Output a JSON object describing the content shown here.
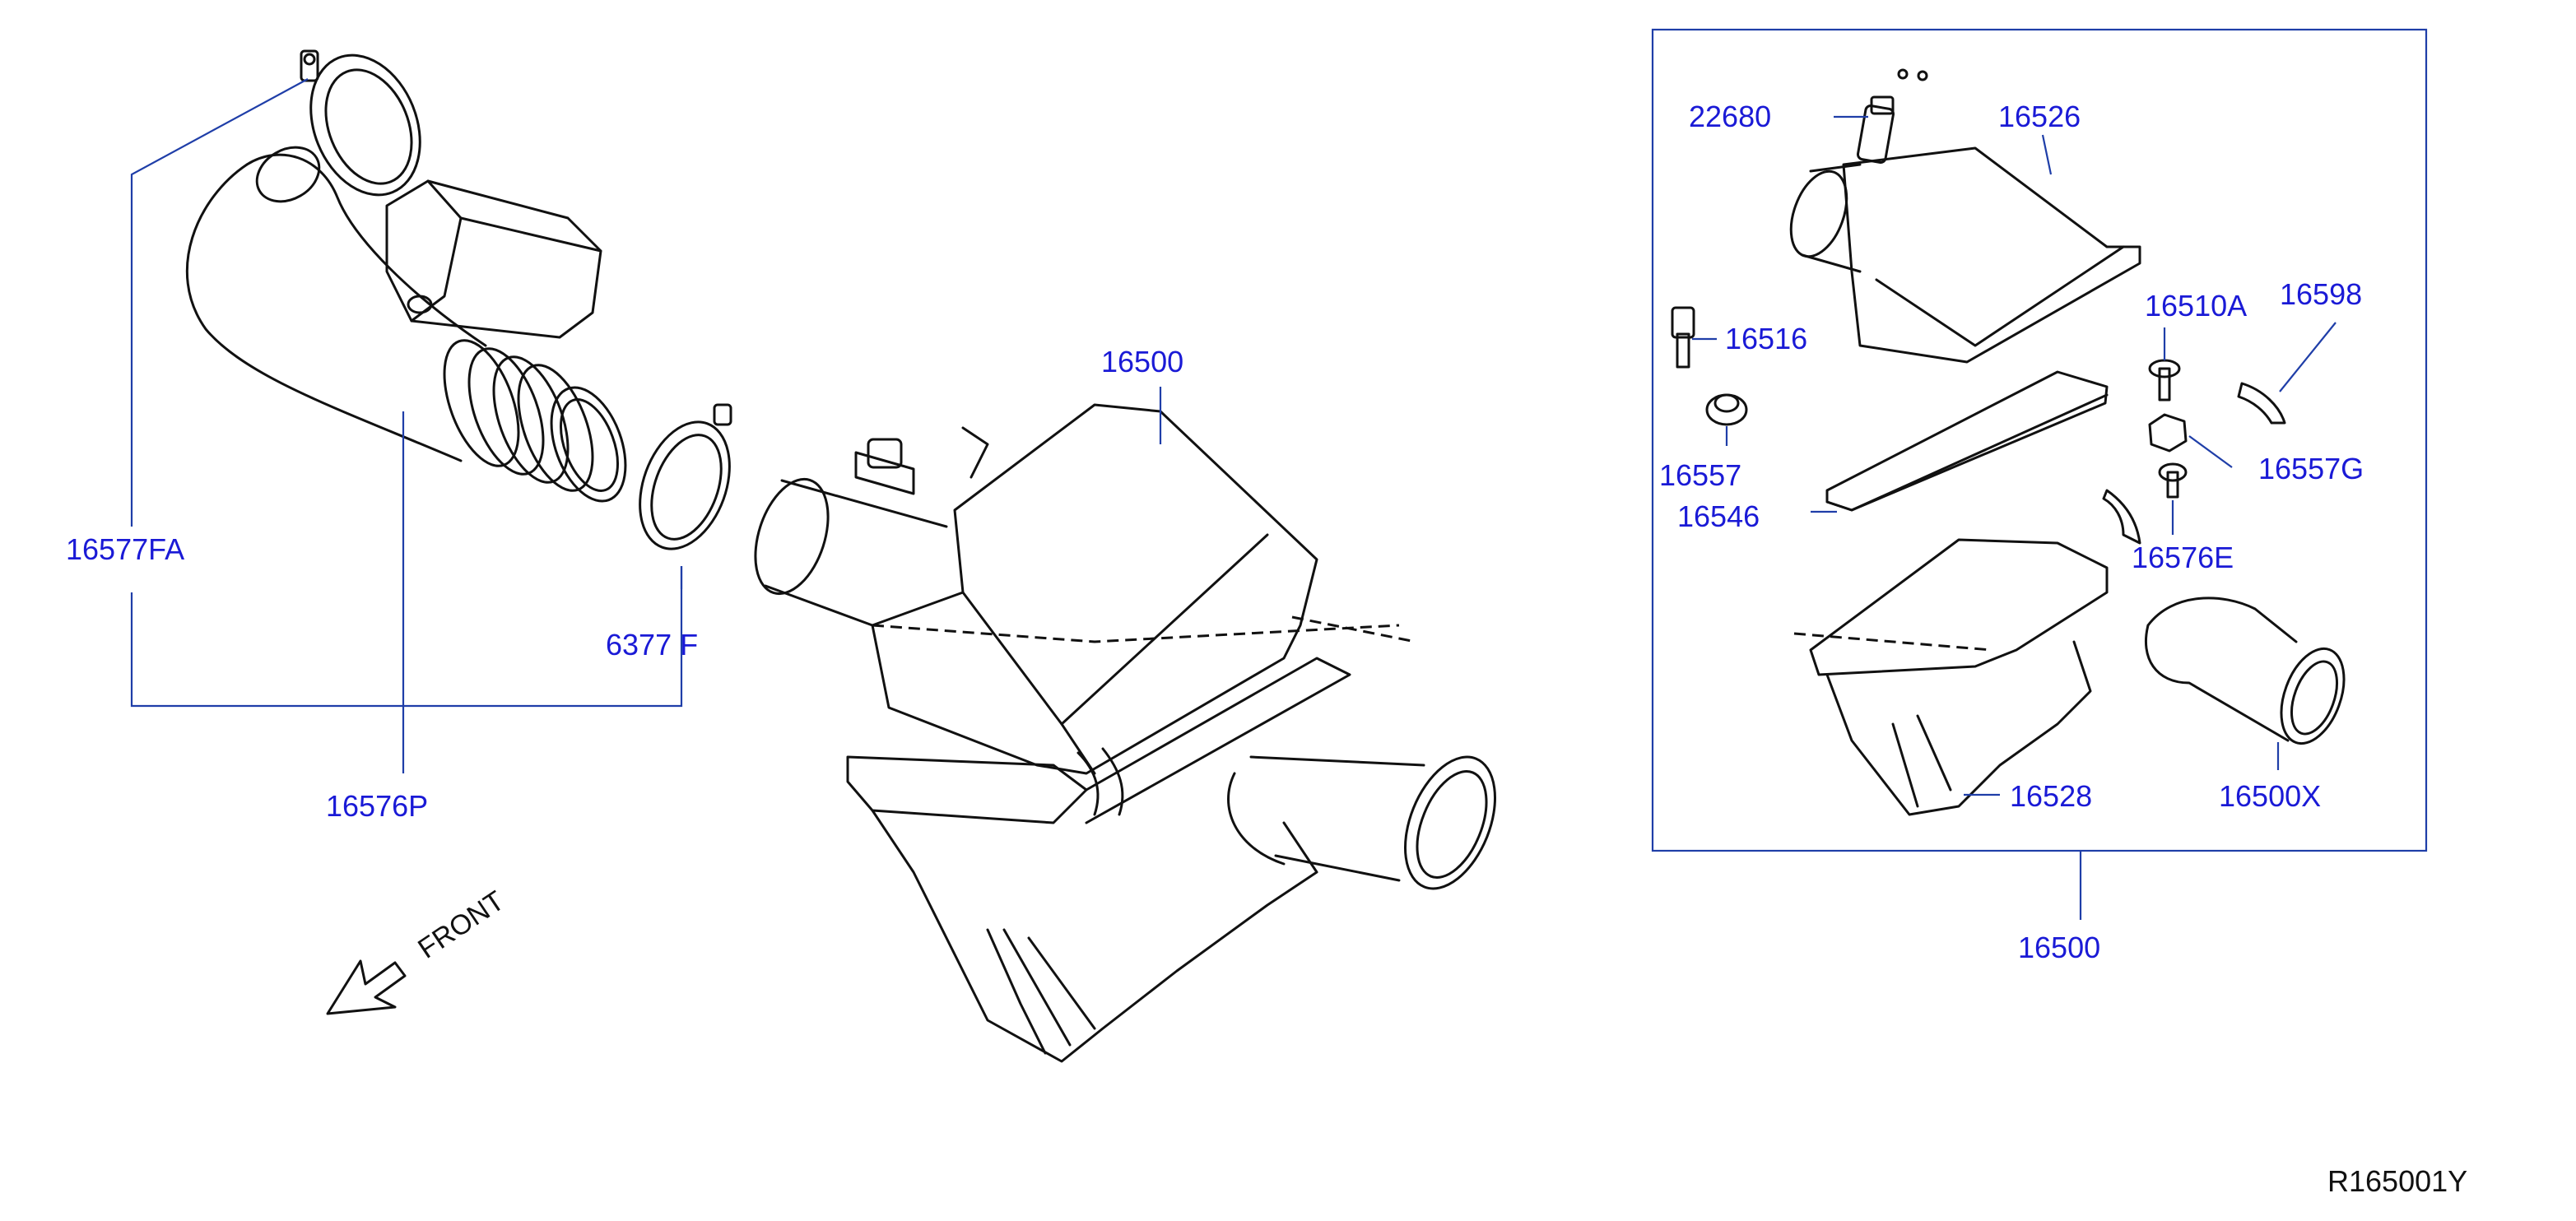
{
  "diagram": {
    "part_labels": {
      "hose_clamp_16577FA": "16577FA",
      "duct_16576P": "16576P",
      "clamp_small": "6377 F",
      "air_cleaner_main": "16500",
      "sensor_22680": "22680",
      "cover_16526": "16526",
      "bolt_16516": "16516",
      "grommet_16557": "16557",
      "filter_16546": "16546",
      "bolt_16510A": "16510A",
      "clip_16598": "16598",
      "nut_16557G": "16557G",
      "clip_16576E": "16576E",
      "lower_case_16528": "16528",
      "resonator_16500X": "16500X",
      "assembly_16500": "16500"
    },
    "front_label": "FRONT",
    "figure_code": "R165001Y",
    "colors": {
      "label": "#1a1ad6",
      "leader": "#1f3ea8",
      "line": "#111111",
      "background": "#ffffff"
    }
  }
}
